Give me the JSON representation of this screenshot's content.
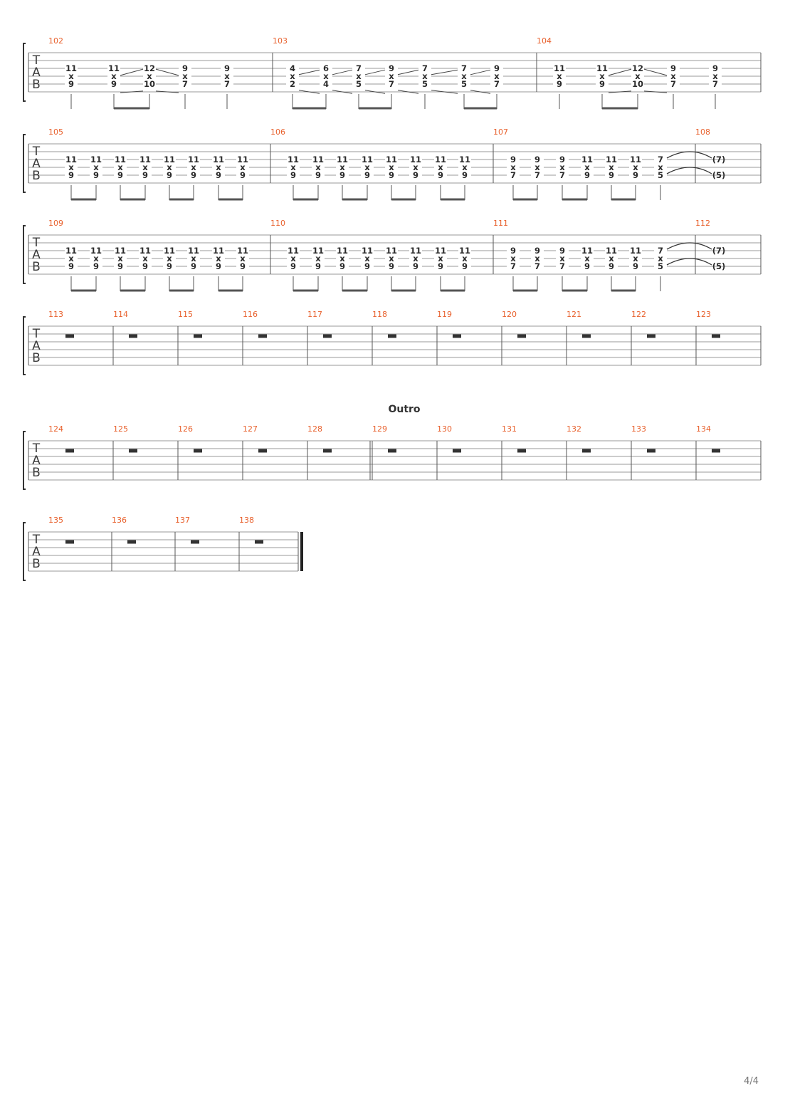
{
  "document": {
    "type": "guitar tablature page",
    "tab_letters": [
      "T",
      "A",
      "B"
    ],
    "section_marker": "Outro",
    "page_indicator": "4/4"
  },
  "systems": [
    {
      "measures": [
        {
          "number": "102",
          "content": "11/x/9, 11/x/9, 12/x/10, 9/x/7, 9/x/7"
        },
        {
          "number": "103",
          "content": "4/x/2, 6/x/4, 7/x/5, 9/x/7, 7/x/5, 7/x/5, 9/x/7"
        },
        {
          "number": "104",
          "content": "11/x/9, 11/x/9, 12/x/10, 9/x/7, 9/x/7"
        }
      ]
    },
    {
      "measures": [
        {
          "number": "105",
          "content": "11/x/9 x8"
        },
        {
          "number": "106",
          "content": "11/x/9 x8"
        },
        {
          "number": "107",
          "content": "9/x/7 x3, 11/x/9 x3, 7/x/5"
        },
        {
          "number": "108",
          "content": "(7)/(5)"
        }
      ]
    },
    {
      "measures": [
        {
          "number": "109",
          "content": "11/x/9 x8"
        },
        {
          "number": "110",
          "content": "11/x/9 x8"
        },
        {
          "number": "111",
          "content": "9/x/7 x3, 11/x/9 x3, 7/x/5"
        },
        {
          "number": "112",
          "content": "(7)/(5)"
        }
      ]
    },
    {
      "rest_measures": [
        "113",
        "114",
        "115",
        "116",
        "117",
        "118",
        "119",
        "120",
        "121",
        "122",
        "123"
      ]
    },
    {
      "rest_measures": [
        "124",
        "125",
        "126",
        "127",
        "128",
        "129",
        "130",
        "131",
        "132",
        "133",
        "134"
      ],
      "section": "Outro"
    },
    {
      "rest_measures": [
        "135",
        "136",
        "137",
        "138"
      ],
      "final_barline": true
    }
  ],
  "colors": {
    "measure_number": "#e8602c",
    "staff_line": "#9a9a9a",
    "text": "#2a2a2a"
  }
}
